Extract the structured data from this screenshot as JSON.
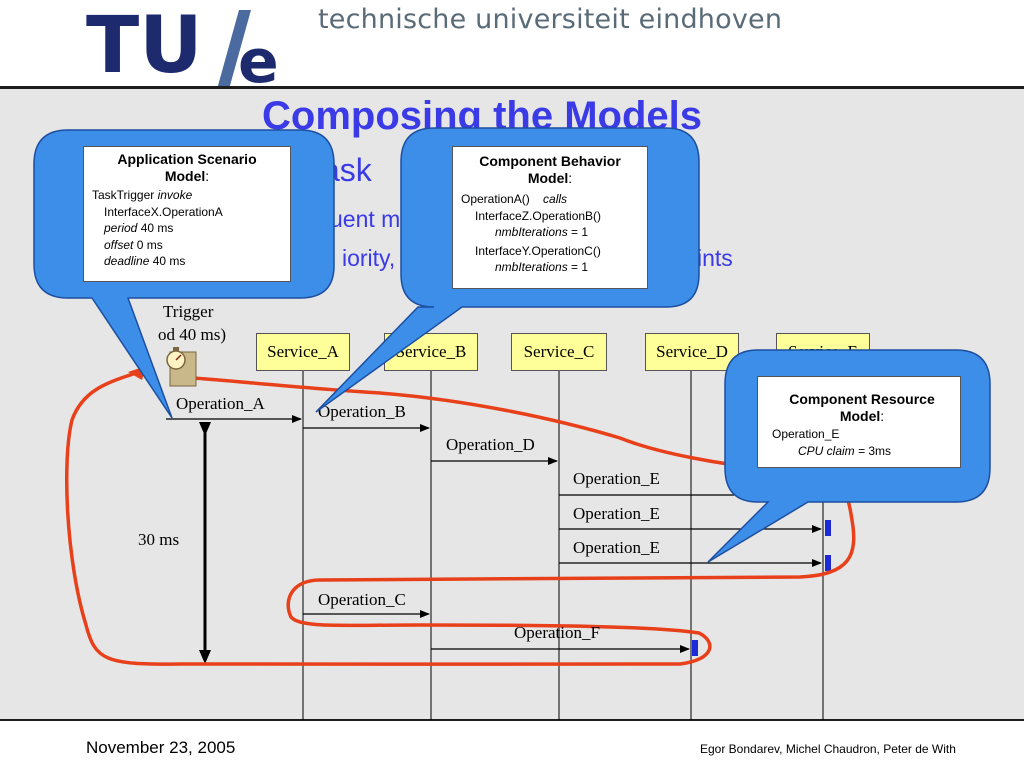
{
  "header": {
    "logo_text": "TU/e",
    "university_name": "technische universiteit eindhoven"
  },
  "slide": {
    "title": "Composing the Models",
    "bullet_fragments": [
      "ask",
      "uent m",
      "iority, s",
      "ints"
    ]
  },
  "services": [
    "Service_A",
    "Service_B",
    "Service_C",
    "Service_D",
    "Service_E"
  ],
  "trigger": {
    "line1": "Trigger",
    "line2": "od 40 ms)"
  },
  "operations": {
    "op_a": "Operation_A",
    "op_b": "Operation_B",
    "op_d": "Operation_D",
    "op_e1": "Operation_E",
    "op_e2": "Operation_E",
    "op_e3": "Operation_E",
    "op_c": "Operation_C",
    "op_f": "Operation_F"
  },
  "duration_label": "30 ms",
  "callouts": {
    "app_scenario": {
      "title_line1": "Application Scenario",
      "title_line2": "Model",
      "colon": ":",
      "trigger_name": "TaskTrigger",
      "invoke": "invoke",
      "interface_op": "InterfaceX.OperationA",
      "period_label": "period",
      "period_value": "40 ms",
      "offset_label": "offset",
      "offset_value": "0 ms",
      "deadline_label": "deadline",
      "deadline_value": "40 ms"
    },
    "component_behavior": {
      "title_line1": "Component Behavior",
      "title_line2": "Model",
      "colon": ":",
      "op_a": "OperationA()",
      "calls": "calls",
      "call_1": "InterfaceZ.OperationB()",
      "iter_label_1": "nmbIterations",
      "iter_value_1": "= 1",
      "call_2": "InterfaceY.OperationC()",
      "iter_label_2": "nmbIterations",
      "iter_value_2": "= 1"
    },
    "component_resource": {
      "title_line1": "Component Resource",
      "title_line2": "Model",
      "colon": ":",
      "operation": "Operation_E",
      "cpu_label": "CPU claim =",
      "cpu_value": "3ms"
    }
  },
  "footer": {
    "date": "November 23, 2005",
    "authors": "Egor Bondarev, Michel Chaudron, Peter de With"
  },
  "colors": {
    "title_blue": "#3a3ae6",
    "callout_blue": "#3d8ee8",
    "service_yellow": "#ffff99",
    "loop_red": "#e8401a",
    "activation_blue": "#1c2bd6",
    "logo_navy": "#1e2a6e",
    "logo_slash": "#4a6aa0"
  }
}
